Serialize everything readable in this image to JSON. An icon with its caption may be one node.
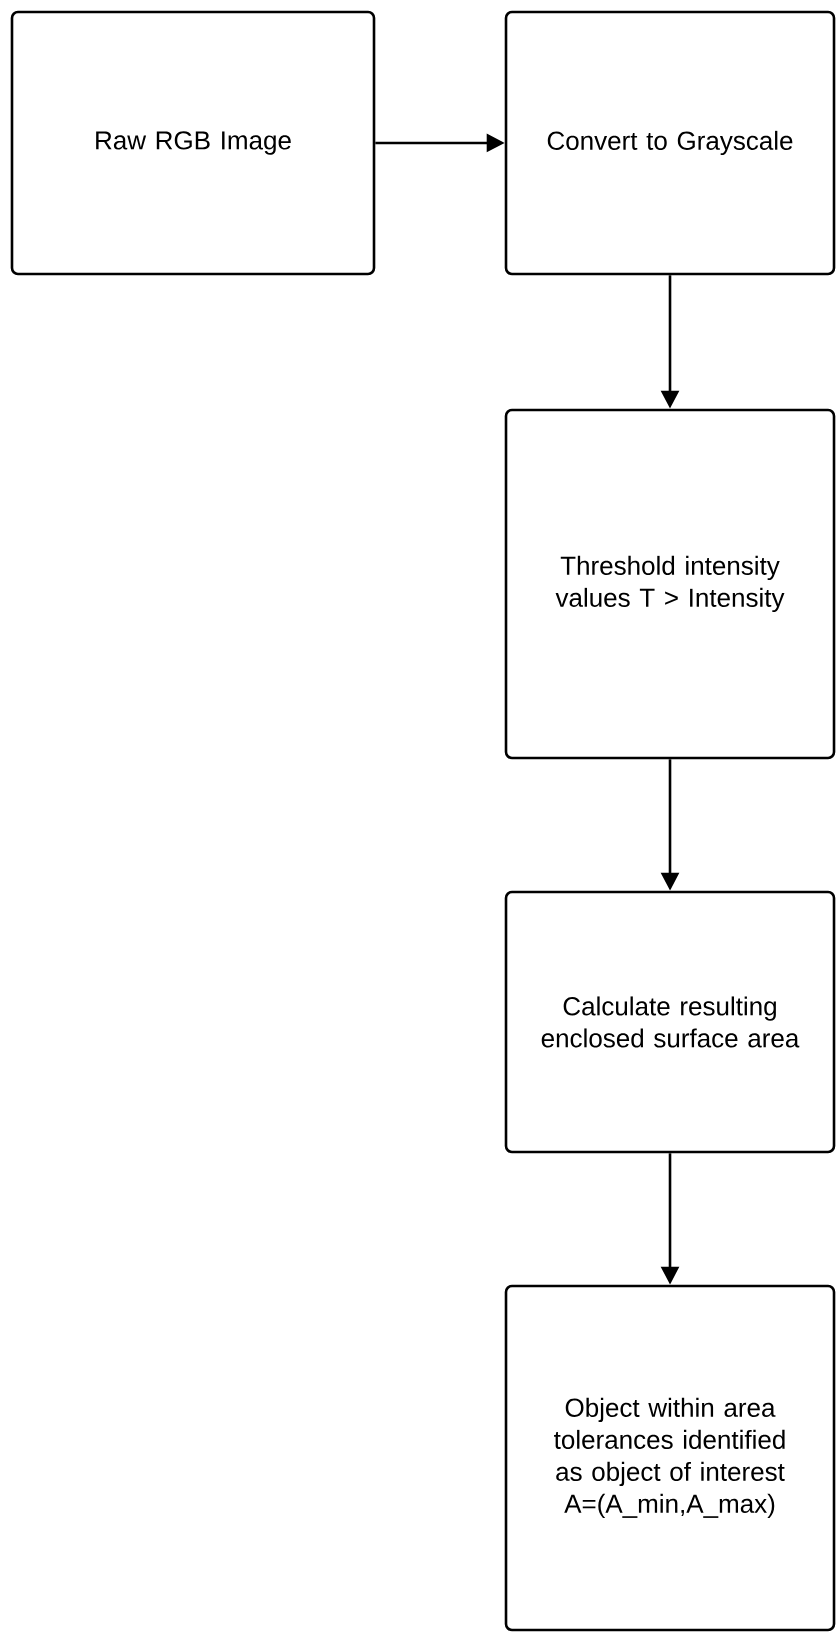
{
  "diagram": {
    "nodes": [
      {
        "text": [
          "Raw RGB Image"
        ]
      },
      {
        "text": [
          "Convert to Grayscale"
        ]
      },
      {
        "text": [
          "Threshold intensity values T > Intensity"
        ]
      },
      {
        "text": [
          "Calculate resulting enclosed surface area"
        ]
      },
      {
        "text": [
          "Object within area tolerances identified as object of interest A=(A_min,A_max)"
        ]
      }
    ],
    "edges": [
      {
        "from": 0,
        "to": 1,
        "arrow": "to"
      },
      {
        "from": 1,
        "to": 2,
        "arrow": "to"
      },
      {
        "from": 2,
        "to": 3,
        "arrow": "to"
      },
      {
        "from": 3,
        "to": 4,
        "arrow": "to"
      }
    ]
  }
}
